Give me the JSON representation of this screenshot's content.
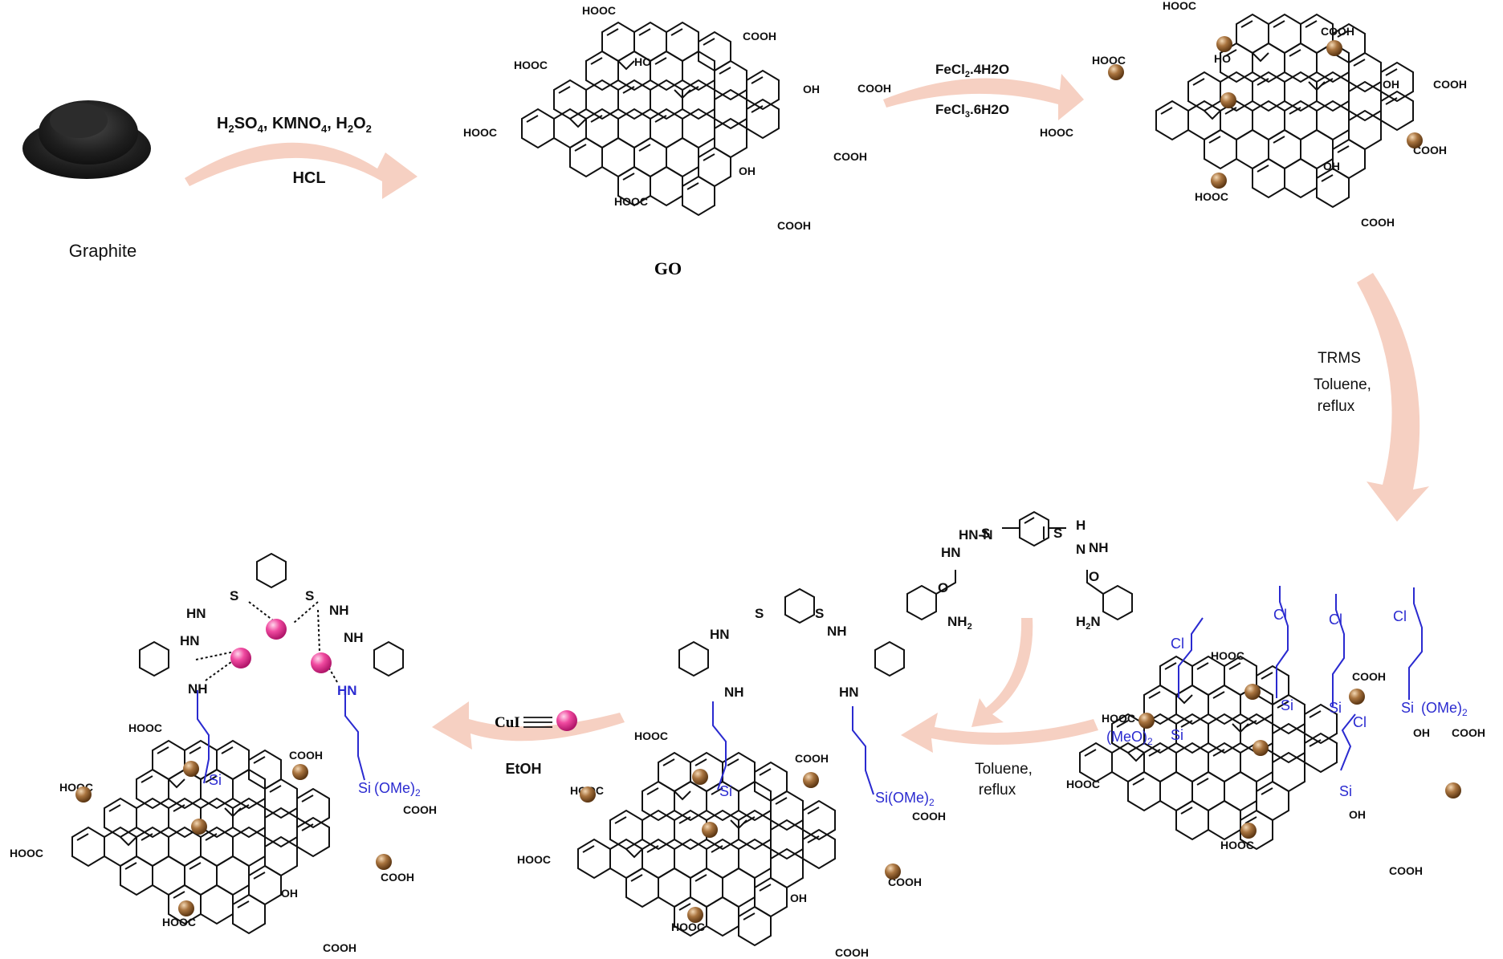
{
  "graphite_label": "Graphite",
  "step1": {
    "reagents_line1_parts": [
      "H",
      "2",
      "SO",
      "4",
      ", KMNO",
      "4",
      ", H",
      "2",
      "O",
      "2"
    ],
    "reagents_line2": "HCL"
  },
  "go_label": "GO",
  "step2": {
    "line1_parts": [
      "FeCl",
      "2",
      ".4H2O"
    ],
    "line2_parts": [
      "FeCl",
      "3",
      ".6H2O"
    ]
  },
  "step3": {
    "line1": "TRMS",
    "line2": "Toluene,",
    "line3": "reflux"
  },
  "step4": {
    "line1": "Toluene,",
    "line2": "reflux"
  },
  "step5": {
    "reagent": "CuI",
    "solvent": "EtOH"
  },
  "groups": {
    "cooh": "COOH",
    "hooc": "HOOC",
    "oh": "OH",
    "ho": "HO",
    "o": "O",
    "cl": "Cl",
    "si": "Si",
    "ome2": "(OMe)",
    "meo2": "(MeO)",
    "sub2": "2",
    "nh": "NH",
    "hn": "HN",
    "hnn": "HN-N",
    "nh2": "NH",
    "h2n": "H",
    "s": "S",
    "h": "H",
    "n": "N"
  },
  "colors": {
    "arrow": "#f6d0c2",
    "bond": "#111111",
    "linker": "#2a2ad0",
    "fe3o4": "#8b5a2b",
    "cu": "#e8308c"
  }
}
